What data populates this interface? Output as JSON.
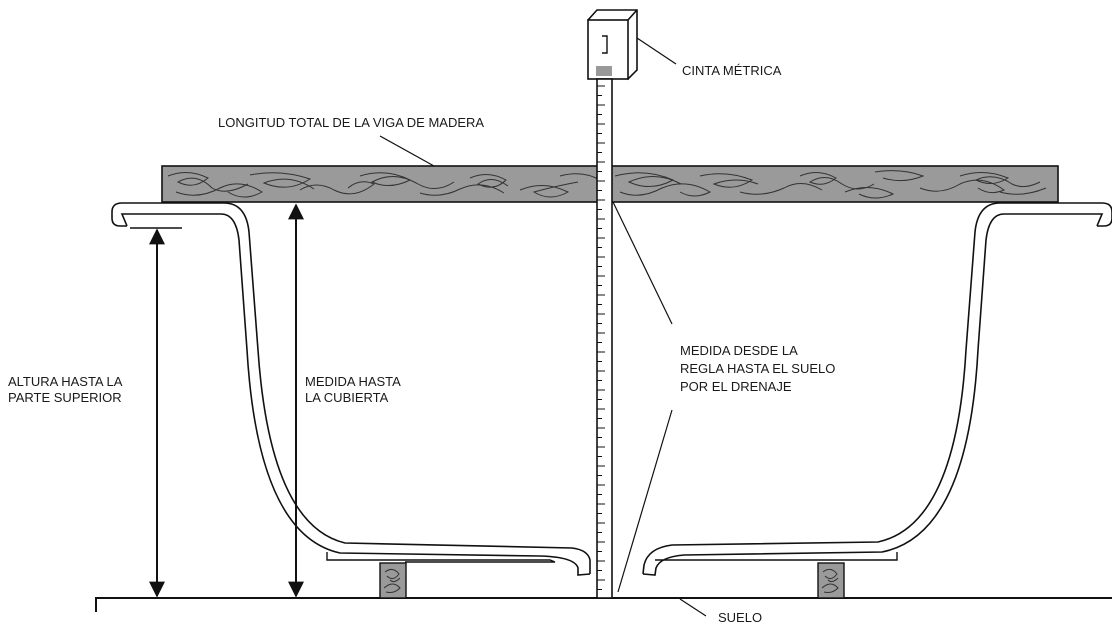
{
  "labels": {
    "tape": "CINTA MÉTRICA",
    "beam": "LONGITUD TOTAL DE LA VIGA DE MADERA",
    "height_top": [
      "ALTURA HASTA LA",
      "PARTE SUPERIOR"
    ],
    "deck": [
      "MEDIDA HASTA",
      "LA CUBIERTA"
    ],
    "drain": [
      "MEDIDA DESDE LA",
      "REGLA HASTA EL SUELO",
      "POR EL DRENAJE"
    ],
    "floor": "SUELO"
  },
  "colors": {
    "wood": "#9a9a9a",
    "wood_grain": "#333333",
    "line": "#111111",
    "tape_window": "#999999"
  }
}
